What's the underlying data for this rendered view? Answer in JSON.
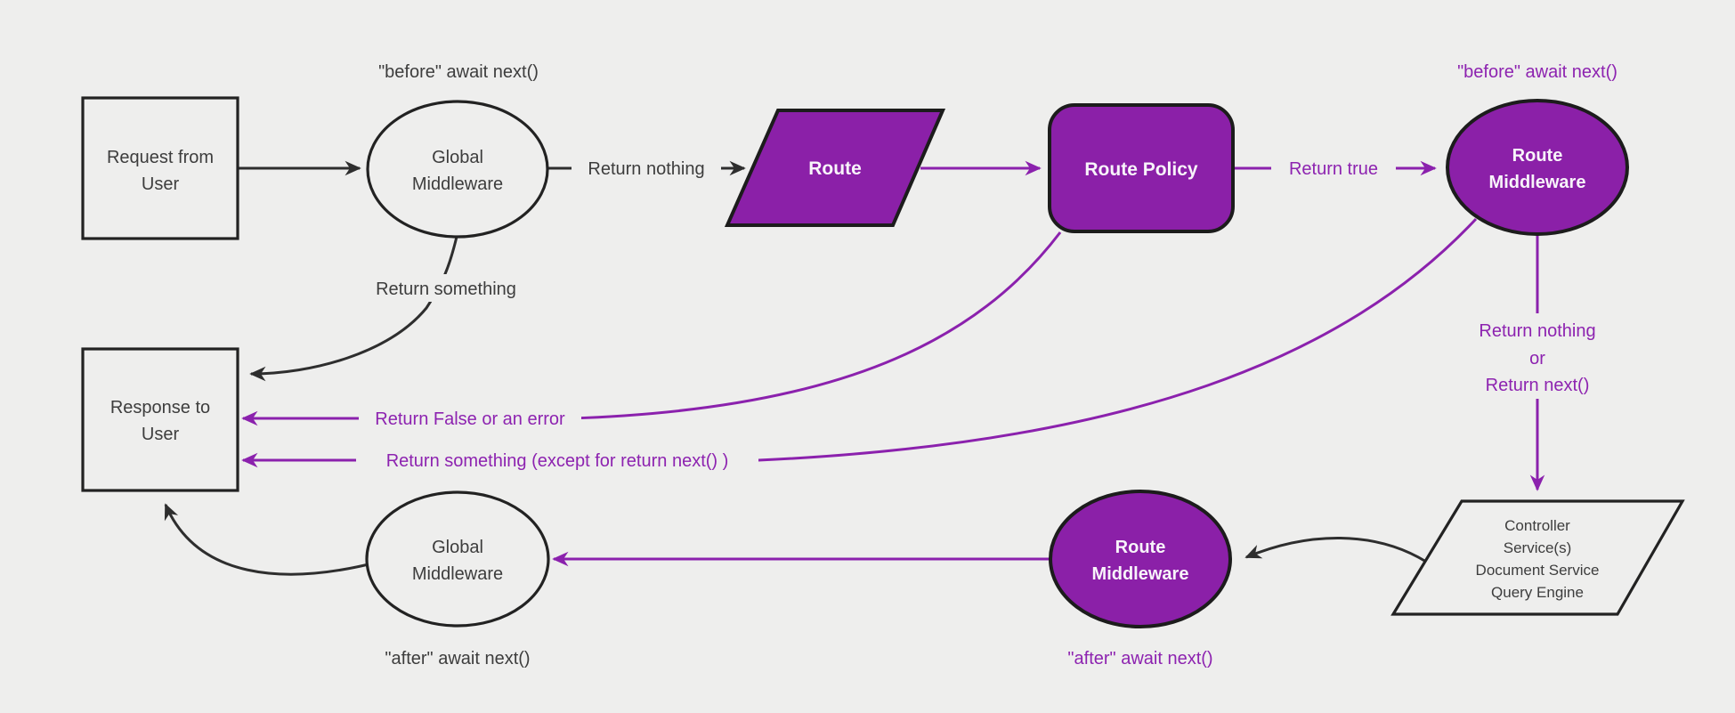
{
  "diagram": {
    "nodes": {
      "request": {
        "lines": [
          "Request from",
          "User"
        ]
      },
      "global_middleware_top": {
        "lines": [
          "Global",
          "Middleware"
        ]
      },
      "route": {
        "label": "Route"
      },
      "route_policy": {
        "label": "Route Policy"
      },
      "route_middleware_top": {
        "lines": [
          "Route",
          "Middleware"
        ]
      },
      "controller": {
        "lines": [
          "Controller",
          "Service(s)",
          "Document Service",
          "Query Engine"
        ]
      },
      "route_middleware_bottom": {
        "lines": [
          "Route",
          "Middleware"
        ]
      },
      "global_middleware_bottom": {
        "lines": [
          "Global",
          "Middleware"
        ]
      },
      "response": {
        "lines": [
          "Response to",
          "User"
        ]
      }
    },
    "edge_labels": {
      "before_await_global": "\"before\" await next()",
      "return_nothing": "Return nothing",
      "return_something": "Return something",
      "return_true": "Return true",
      "before_await_route": "\"before\" await next()",
      "return_nothing_or": {
        "line1": "Return nothing",
        "line2": "or",
        "line3": "Return next()"
      },
      "return_false_or_error": "Return False or an error",
      "return_something_except": "Return something (except for return next() )",
      "after_await_route": "\"after\" await next()",
      "after_await_global": "\"after\" await next()"
    },
    "colors": {
      "background": "#eeeeed",
      "purple_fill": "#8b20a8",
      "purple_line": "#8b21ad",
      "purple_text": "#8d23b0",
      "dark_line": "#2e2e2e",
      "dark_text": "#3d3d3d",
      "node_border": "#1c1c1c",
      "white_text": "#f8f4fa"
    }
  }
}
